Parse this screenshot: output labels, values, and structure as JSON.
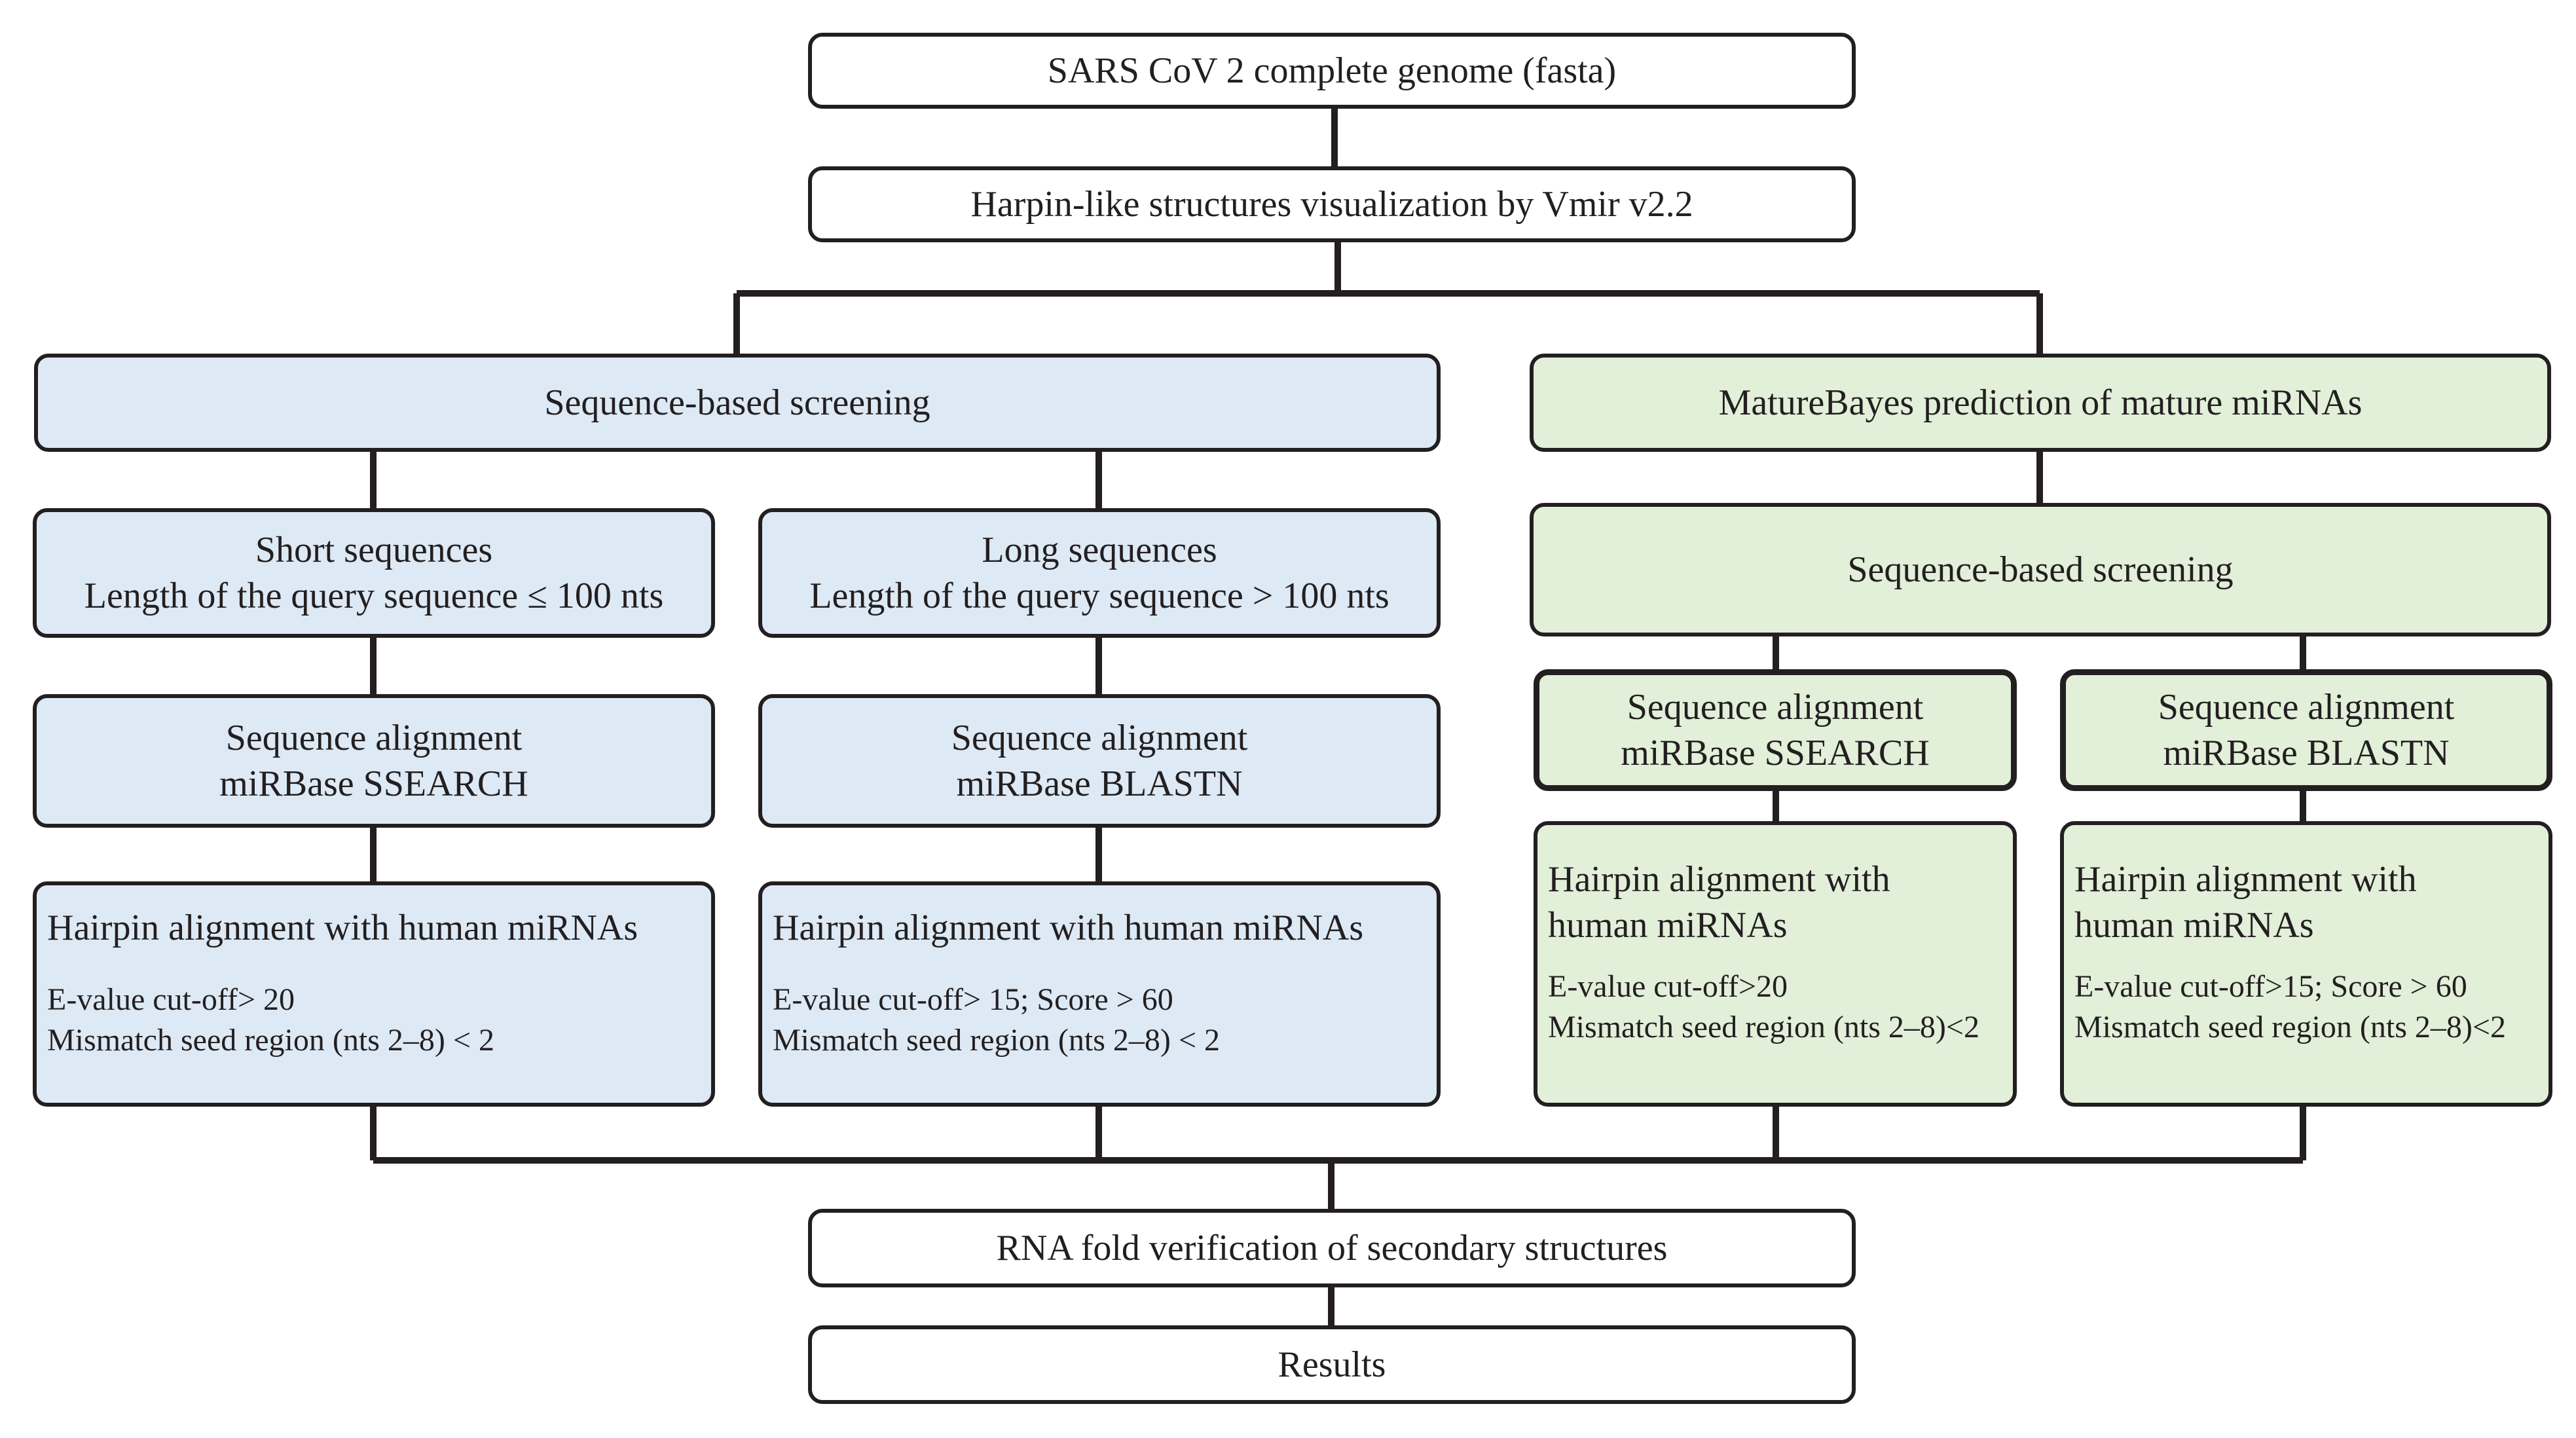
{
  "colors": {
    "stroke": "#231f20",
    "blue_fill": "#dde9f4",
    "green_fill": "#e2efd9",
    "white_fill": "#ffffff"
  },
  "nodes": {
    "genome": "SARS CoV 2 complete genome (fasta)",
    "vmir": "Harpin-like structures visualization by Vmir v2.2",
    "left_screening": "Sequence-based screening",
    "short_seq": {
      "line1": "Short sequences",
      "line2": "Length of the query sequence ≤ 100 nts"
    },
    "long_seq": {
      "line1": "Long sequences",
      "line2": "Length of the query sequence > 100 nts"
    },
    "left_align_ssearch": {
      "line1": "Sequence alignment",
      "line2": "miRBase SSEARCH"
    },
    "left_align_blastn": {
      "line1": "Sequence alignment",
      "line2": "miRBase BLASTN"
    },
    "left_hairpin_1": {
      "title": "Hairpin alignment with human miRNAs",
      "criterion1": "E-value cut-off> 20",
      "criterion2": "Mismatch seed region (nts 2–8) < 2"
    },
    "left_hairpin_2": {
      "title": "Hairpin alignment with human miRNAs",
      "criterion1": "E-value cut-off> 15; Score > 60",
      "criterion2": "Mismatch seed region (nts 2–8) < 2"
    },
    "maturebayes": "MatureBayes prediction of  mature miRNAs",
    "right_screening": "Sequence-based screening",
    "right_align_ssearch": {
      "line1": "Sequence alignment",
      "line2": "miRBase SSEARCH"
    },
    "right_align_blastn": {
      "line1": "Sequence alignment",
      "line2": "miRBase BLASTN"
    },
    "right_hairpin_1": {
      "title1": "Hairpin alignment with",
      "title2": "human miRNAs",
      "criterion1": "E-value cut-off>20",
      "criterion2": "Mismatch seed region (nts 2–8)<2"
    },
    "right_hairpin_2": {
      "title1": "Hairpin alignment with",
      "title2": "human miRNAs",
      "criterion1": "E-value cut-off>15; Score > 60",
      "criterion2": "Mismatch seed region (nts 2–8)<2"
    },
    "rnafold": "RNA fold verification of secondary structures",
    "results": "Results"
  }
}
